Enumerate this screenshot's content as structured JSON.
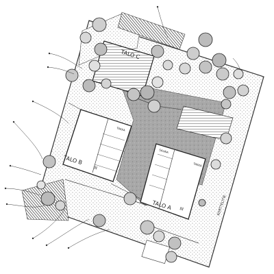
{
  "buildings": [
    {
      "name": "TALO C",
      "label": "TALO C"
    },
    {
      "name": "TALO B",
      "label": "TALO B"
    },
    {
      "name": "TALO A",
      "label": "TALO A"
    }
  ],
  "room_labels": {
    "b_number": "III",
    "a_number": "III",
    "b_annex": "TAKKA",
    "a_annex_left": "SAUNA",
    "a_annex_right": "TAKKA"
  },
  "street": {
    "label": "KORTTELITIE"
  },
  "colors": {
    "line": "#222222",
    "hatch": "#444444",
    "paving": "#9a9a9a",
    "tree_fill": "#b8b8b8"
  }
}
